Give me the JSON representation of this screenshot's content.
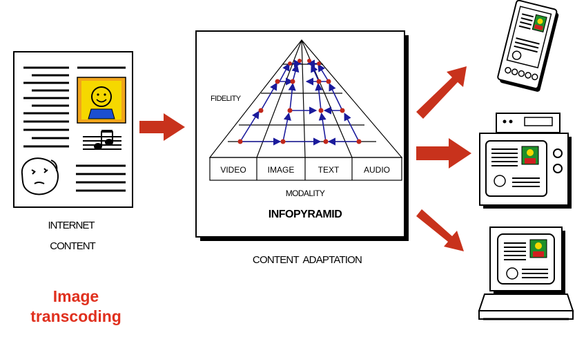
{
  "source": {
    "caption_line1": "INTERNET",
    "caption_line2": "CONTENT"
  },
  "pyramid": {
    "axis_fidelity": "FIDELITY",
    "axis_modality": "MODALITY",
    "modalities": [
      "VIDEO",
      "IMAGE",
      "TEXT",
      "AUDIO"
    ],
    "name": "INFOPYRAMID"
  },
  "process_label": "CONTENT  ADAPTATION",
  "title": {
    "line1": "Image",
    "line2": "transcoding",
    "color": "#e0301e"
  },
  "colors": {
    "arrow": "#c8321c",
    "pyramid_arrows": "#1b1b9c",
    "nodes": "#c0271b",
    "face_frame": "#f2a51a",
    "face_bg": "#f5d800"
  },
  "devices": [
    "handheld-device",
    "television",
    "desktop-computer"
  ]
}
